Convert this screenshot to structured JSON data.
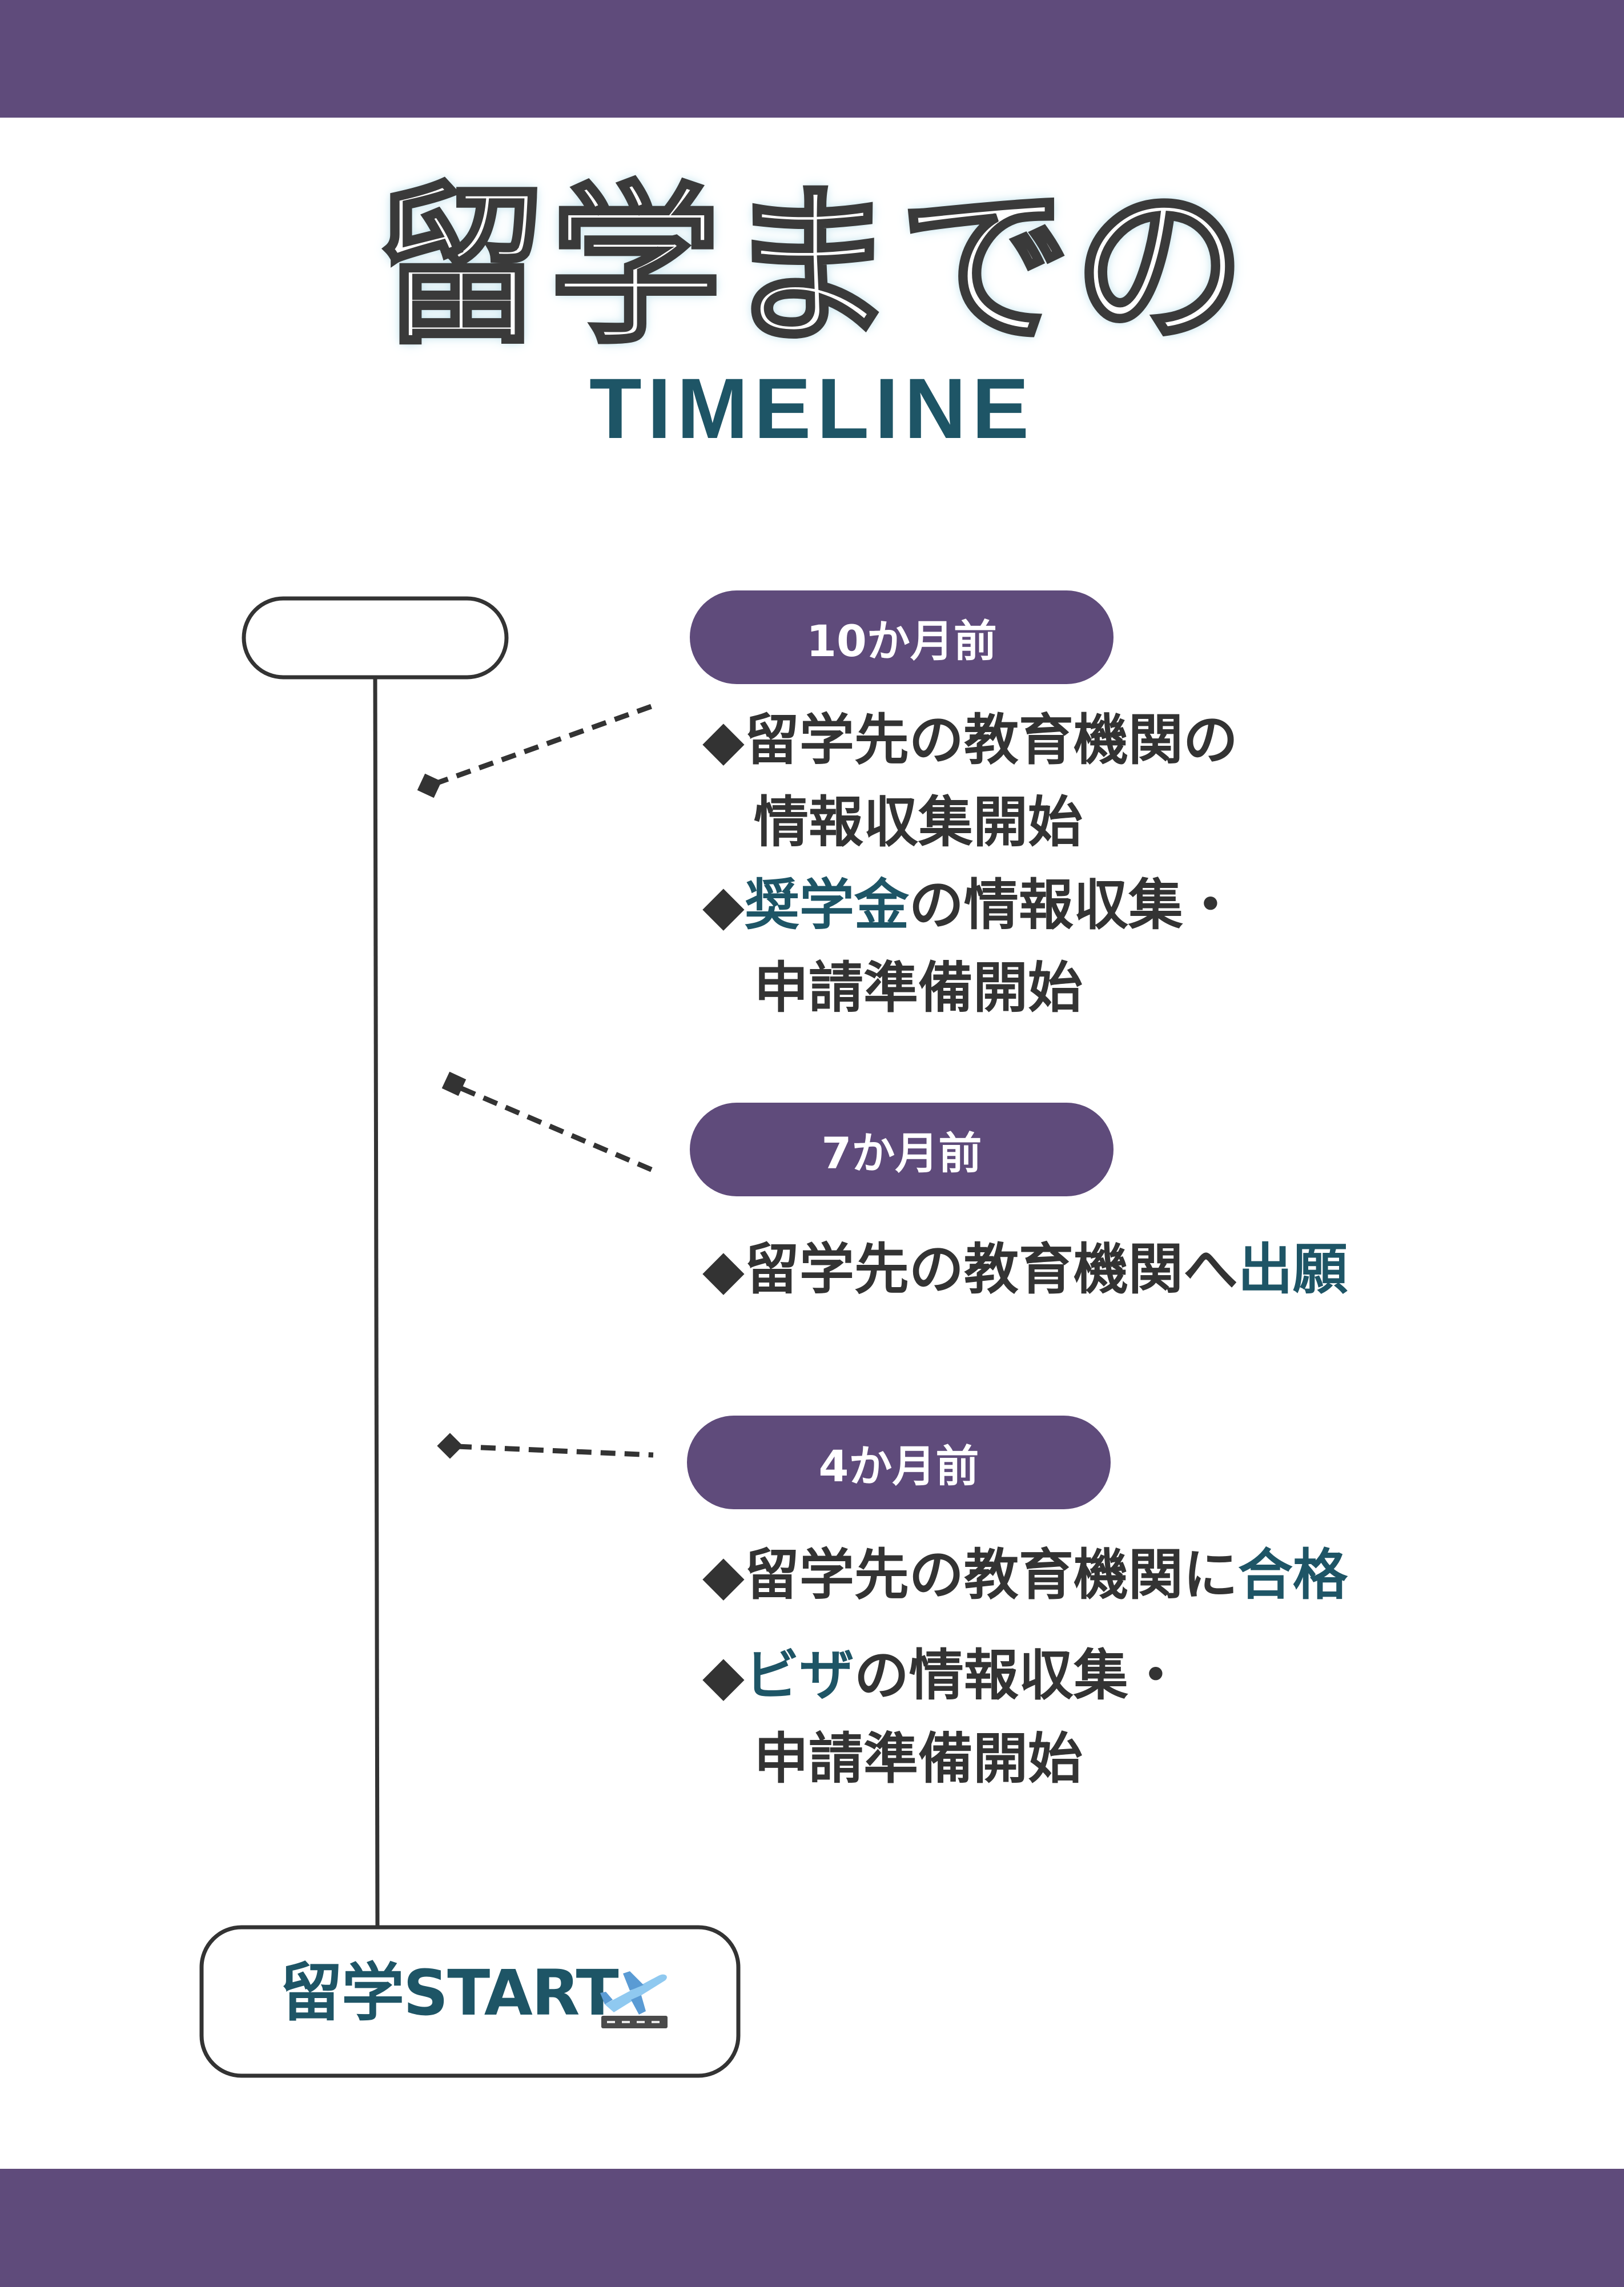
{
  "colors": {
    "band": "#5f4b7b",
    "accent": "#1e5566",
    "text": "#333333",
    "line": "#333333"
  },
  "title": {
    "japanese": "留学までの",
    "english": "TIMELINE"
  },
  "milestones": [
    {
      "label": "10か月前",
      "items": [
        {
          "marker": "◆",
          "parts": [
            "",
            "留学先の教育機関の"
          ],
          "continuation": "情報収集開始"
        },
        {
          "marker": "◆",
          "highlight": "奨学金",
          "rest": "の情報収集・",
          "continuation": "申請準備開始"
        }
      ]
    },
    {
      "label": "7か月前",
      "items": [
        {
          "marker": "◆",
          "text": "留学先の教育機関へ",
          "highlight": "出願"
        }
      ]
    },
    {
      "label": "4か月前",
      "items": [
        {
          "marker": "◆",
          "text": "留学先の教育機関に",
          "highlight": "合格"
        },
        {
          "marker": "◆",
          "highlight": "ビザ",
          "rest": "の情報収集・",
          "continuation": "申請準備開始"
        }
      ]
    }
  ],
  "start": {
    "label": "留学START",
    "icon": "airplane-departure-icon"
  }
}
